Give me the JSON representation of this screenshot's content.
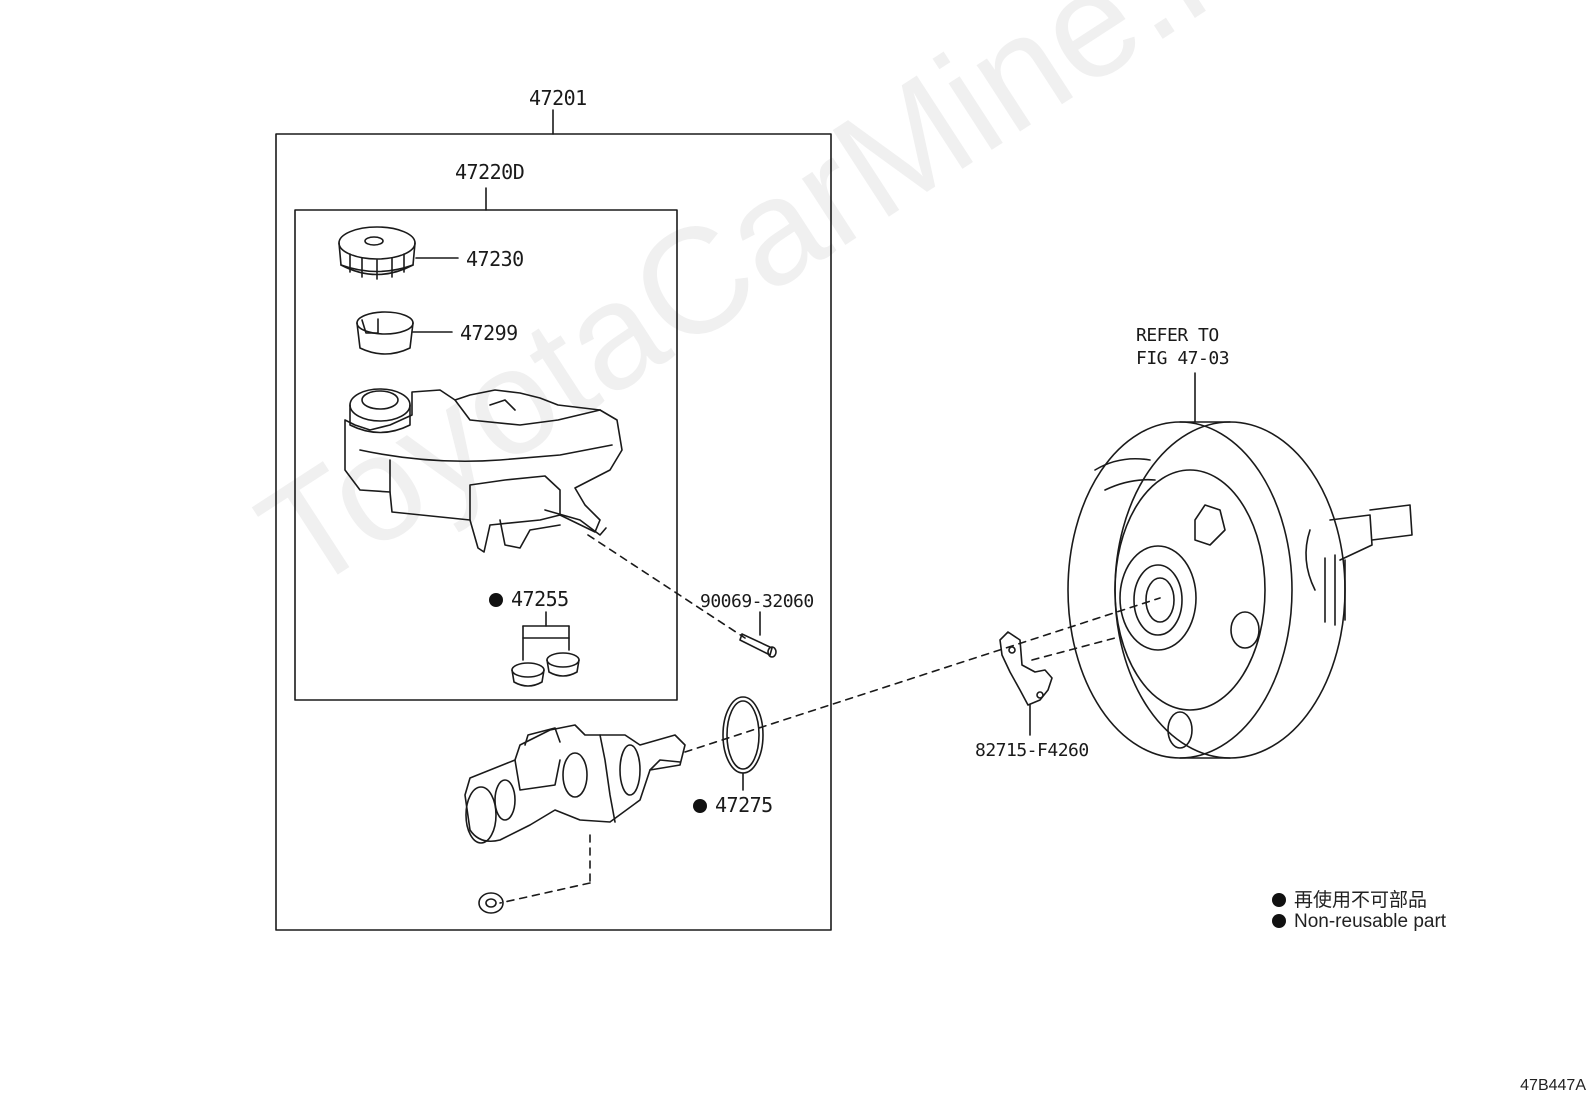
{
  "labels": {
    "assembly_main": "47201",
    "assembly_reservoir": "47220D",
    "cap": "47230",
    "strainer": "47299",
    "grommet": "47255",
    "pin": "90069-32060",
    "o_ring": "47275",
    "gasket": "82715-F4260",
    "refer_line1": "REFER TO",
    "refer_line2": "FIG 47-03"
  },
  "legend": {
    "jp": "再使用不可部品",
    "en": "Non-reusable part"
  },
  "watermark": "ToyotaCarMine.ru",
  "figure_code": "47B447A",
  "colors": {
    "line": "#1a1a1a",
    "watermark": "#cfcfcf"
  }
}
